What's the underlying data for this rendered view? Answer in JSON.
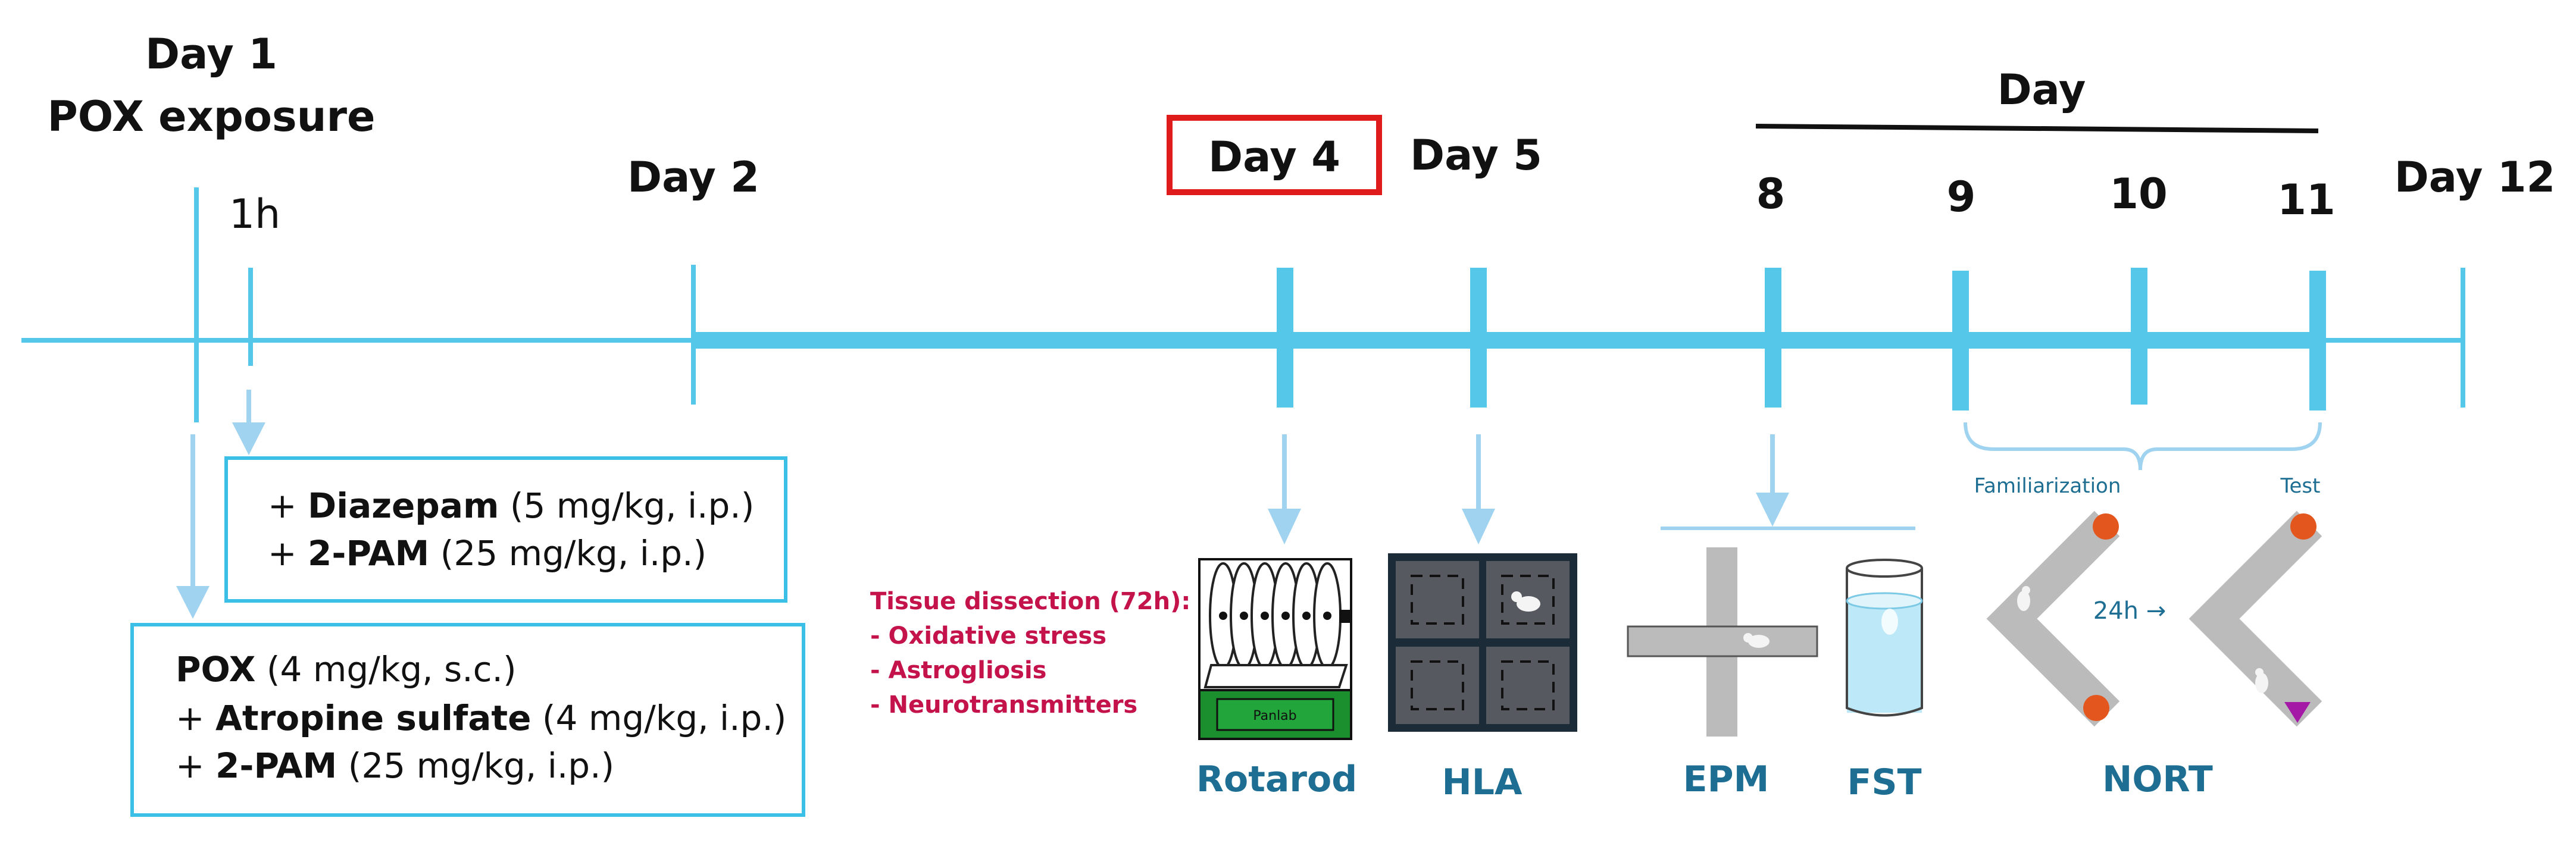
{
  "colors": {
    "timeline": "#55c8ea",
    "arrow": "#9fd3f0",
    "box_border": "#3bbfe6",
    "highlight": "#e01b1b",
    "label_blue": "#1d6e92",
    "tissue_red": "#c4124b",
    "text": "#111111"
  },
  "timeline": {
    "day1": "Day 1",
    "day1_sub": "POX exposure",
    "one_hour": "1h",
    "day2": "Day 2",
    "day4": "Day 4",
    "day5": "Day 5",
    "day_header": "Day",
    "d8": "8",
    "d9": "9",
    "d10": "10",
    "d11": "11",
    "day12": "Day 12"
  },
  "treatment_box_1h": {
    "line1_drug": "Diazepam",
    "line1_dose": "(5 mg/kg, i.p.)",
    "line2_drug": "2-PAM",
    "line2_dose": "(25 mg/kg, i.p.)"
  },
  "treatment_box_day1": {
    "line1_drug": "POX",
    "line1_dose": "(4 mg/kg, s.c.)",
    "line2_drug": "Atropine sulfate",
    "line2_dose": "(4 mg/kg, i.p.)",
    "line3_drug": "2-PAM",
    "line3_dose": "(25 mg/kg, i.p.)"
  },
  "tissue": {
    "title": "Tissue dissection (72h):",
    "items": [
      "- Oxidative stress",
      "- Astrogliosis",
      "- Neurotransmitters"
    ]
  },
  "tests": {
    "rotarod": "Rotarod",
    "rotarod_brand": "Panlab",
    "hla": "HLA",
    "epm": "EPM",
    "fst": "FST",
    "nort": "NORT",
    "familiarization": "Familiarization",
    "test": "Test",
    "interval": "24h →"
  },
  "icons": [
    "rotarod-icon",
    "open-field-icon",
    "elevated-plus-maze-icon",
    "water-cylinder-icon",
    "v-maze-icon",
    "mouse-icon",
    "down-arrow-icon"
  ]
}
